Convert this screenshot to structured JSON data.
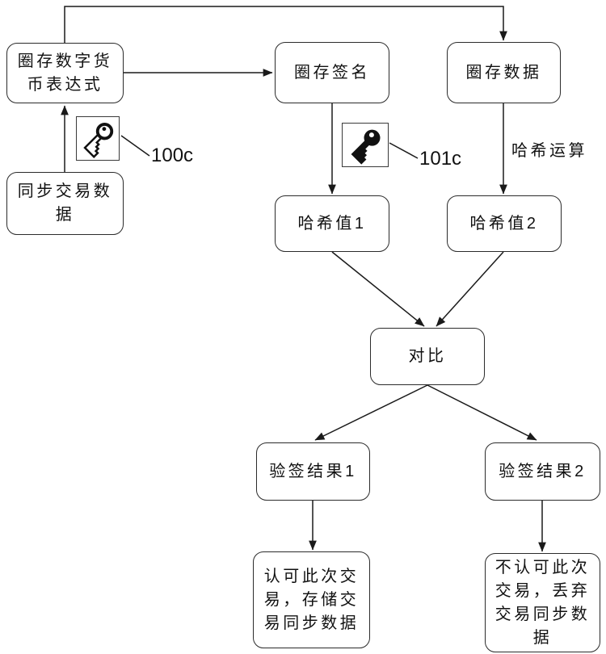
{
  "diagram": {
    "nodes": {
      "expr": "圈存数字货币表达式",
      "sync": "同步交易数据",
      "sign": "圈存签名",
      "data": "圈存数据",
      "hash1": "哈希值1",
      "hash2": "哈希值2",
      "compare": "对比",
      "result1": "验签结果1",
      "result2": "验签结果2",
      "accept": "认可此次交易，存储交易同步数据",
      "reject": "不认可此次交易，丢弃交易同步数据"
    },
    "annotations": {
      "key_label_1": "100c",
      "key_label_2": "101c",
      "edge_label_hash": "哈希运算"
    },
    "icons": {
      "key_outline": "key-icon-outline",
      "key_solid": "key-icon-solid"
    },
    "colors": {
      "line": "#1a1a1a",
      "box_border": "#2b2b2b",
      "background": "#ffffff",
      "text": "#111111"
    }
  }
}
